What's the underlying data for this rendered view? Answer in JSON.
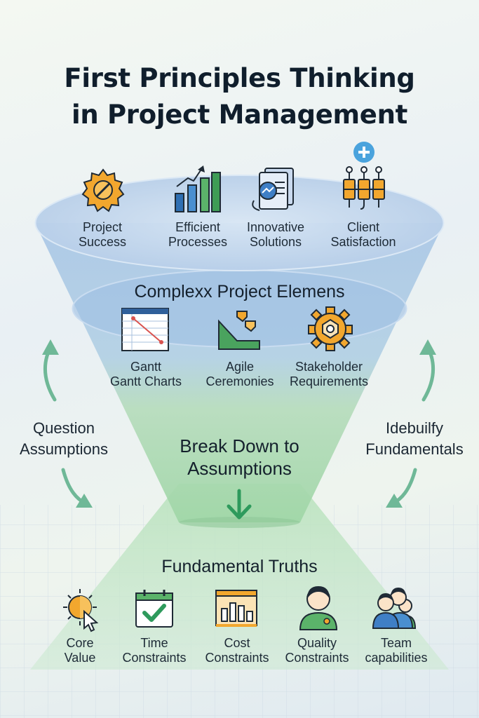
{
  "title": {
    "line1": "First Principles Thinking",
    "line2": "in Project Management"
  },
  "top_outcomes": [
    {
      "icon": "gear-icon",
      "line1": "Project",
      "line2": "Success"
    },
    {
      "icon": "bar-chart-icon",
      "line1": "Efficient",
      "line2": "Processes"
    },
    {
      "icon": "document-icon",
      "line1": "Innovative",
      "line2": "Solutions"
    },
    {
      "icon": "connector-blocks-icon",
      "line1": "Client",
      "line2": "Satisfaction"
    }
  ],
  "complex": {
    "title": "Complexx Project Elemens",
    "items": [
      {
        "icon": "gantt-chart-icon",
        "line1": "Gantt",
        "line2": "Gantt Charts"
      },
      {
        "icon": "agile-board-icon",
        "line1": "Agile",
        "line2": "Ceremonies"
      },
      {
        "icon": "hexagon-gear-icon",
        "line1": "Stakeholder",
        "line2": "Requirements"
      }
    ]
  },
  "left_cycle": {
    "line1": "Question",
    "line2": "Assumptions"
  },
  "right_cycle": {
    "line1": "Idebuilfy",
    "line2": "Fundamentals"
  },
  "center": {
    "line1": "Break Down to",
    "line2": "Assumptions"
  },
  "fundamentals": {
    "title": "Fundamental Truths",
    "items": [
      {
        "icon": "sun-cursor-icon",
        "line1": "Core",
        "line2": "Value"
      },
      {
        "icon": "calendar-check-icon",
        "line1": "Time",
        "line2": "Constraints"
      },
      {
        "icon": "cost-chart-icon",
        "line1": "Cost",
        "line2": "Constraints"
      },
      {
        "icon": "person-icon",
        "line1": "Quality",
        "line2": "Constraints"
      },
      {
        "icon": "team-icon",
        "line1": "Team",
        "line2": "capabilities"
      }
    ]
  },
  "colors": {
    "funnel_blue": "#9ec0e2",
    "funnel_green": "#a6d9ac",
    "arrow_green": "#6fb897",
    "down_arrow": "#2e9a5c",
    "accent_orange": "#f2a72e"
  }
}
